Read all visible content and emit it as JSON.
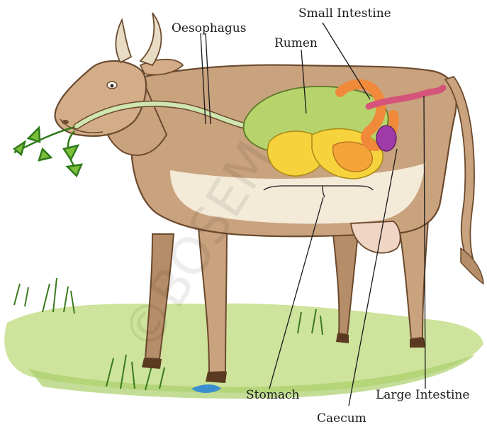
{
  "labels": {
    "oesophagus": "Oesophagus",
    "small_intestine": "Small Intestine",
    "rumen": "Rumen",
    "stomach": "Stomach",
    "large_intestine": "Large Intestine",
    "caecum": "Caecum"
  },
  "watermark": "©BOSEM",
  "colors": {
    "cow_body": "#c9a27e",
    "cow_outline": "#6b4a2e",
    "cow_belly": "#f3ead8",
    "rumen": "#b7d36b",
    "stomach_yellow": "#f6d33c",
    "small_intestine": "#f08a3a",
    "large_intestine": "#d6537a",
    "caecum": "#a03aa8",
    "grass": "#8dc63f",
    "ground": "#c6de8a",
    "tube": "#cfe6b0"
  }
}
